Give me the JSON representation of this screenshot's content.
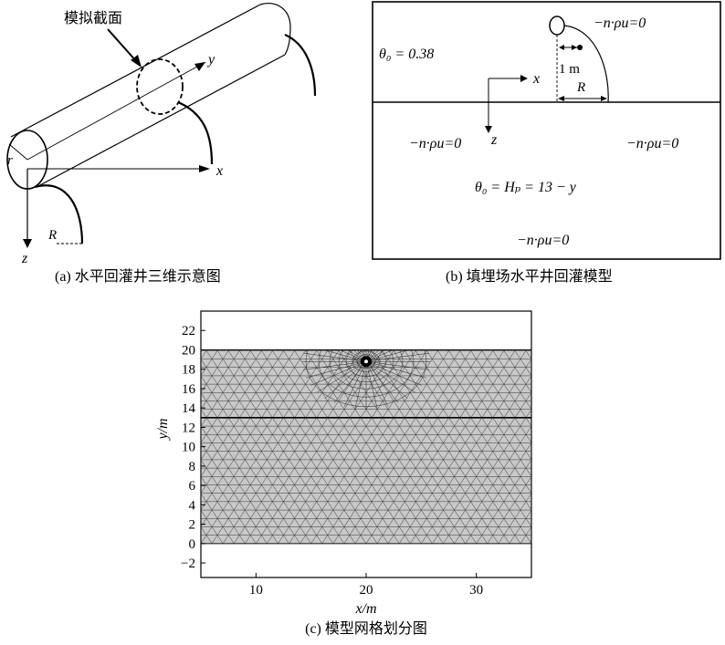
{
  "panel_a": {
    "callout": "模拟截面",
    "axis_y": "y",
    "axis_x": "x",
    "axis_z": "z",
    "radius_r": "r",
    "radius_R": "R",
    "caption": "(a) 水平回灌井三维示意图"
  },
  "panel_b": {
    "theta_initial": "θ₀ = 0.38",
    "flux_top": "−n·ρu=0",
    "flux_left": "−n·ρu=0",
    "flux_right": "−n·ρu=0",
    "flux_bottom": "−n·ρu=0",
    "theta_deep": "θ₀ = Hₚ = 13 − y",
    "label_1m": "1 m",
    "label_R": "R",
    "axis_x": "x",
    "axis_z": "z",
    "caption": "(b) 填埋场水平井回灌模型"
  },
  "panel_c": {
    "caption": "(c) 模型网格划分图",
    "chart_data": {
      "type": "mesh",
      "xlabel": "x/m",
      "ylabel": "y/m",
      "xlim": [
        5,
        35
      ],
      "ylim": [
        -3.5,
        24
      ],
      "xticks": [
        10,
        20,
        30
      ],
      "yticks": [
        -2,
        0,
        2,
        4,
        6,
        8,
        10,
        12,
        14,
        16,
        18,
        20,
        22
      ],
      "domain": {
        "x": [
          5,
          35
        ],
        "y": [
          0,
          20
        ]
      },
      "layer_boundary_y": 13,
      "well": {
        "x": 20,
        "y": 18.8
      },
      "mesh_fill": "#c8c8c8"
    }
  }
}
